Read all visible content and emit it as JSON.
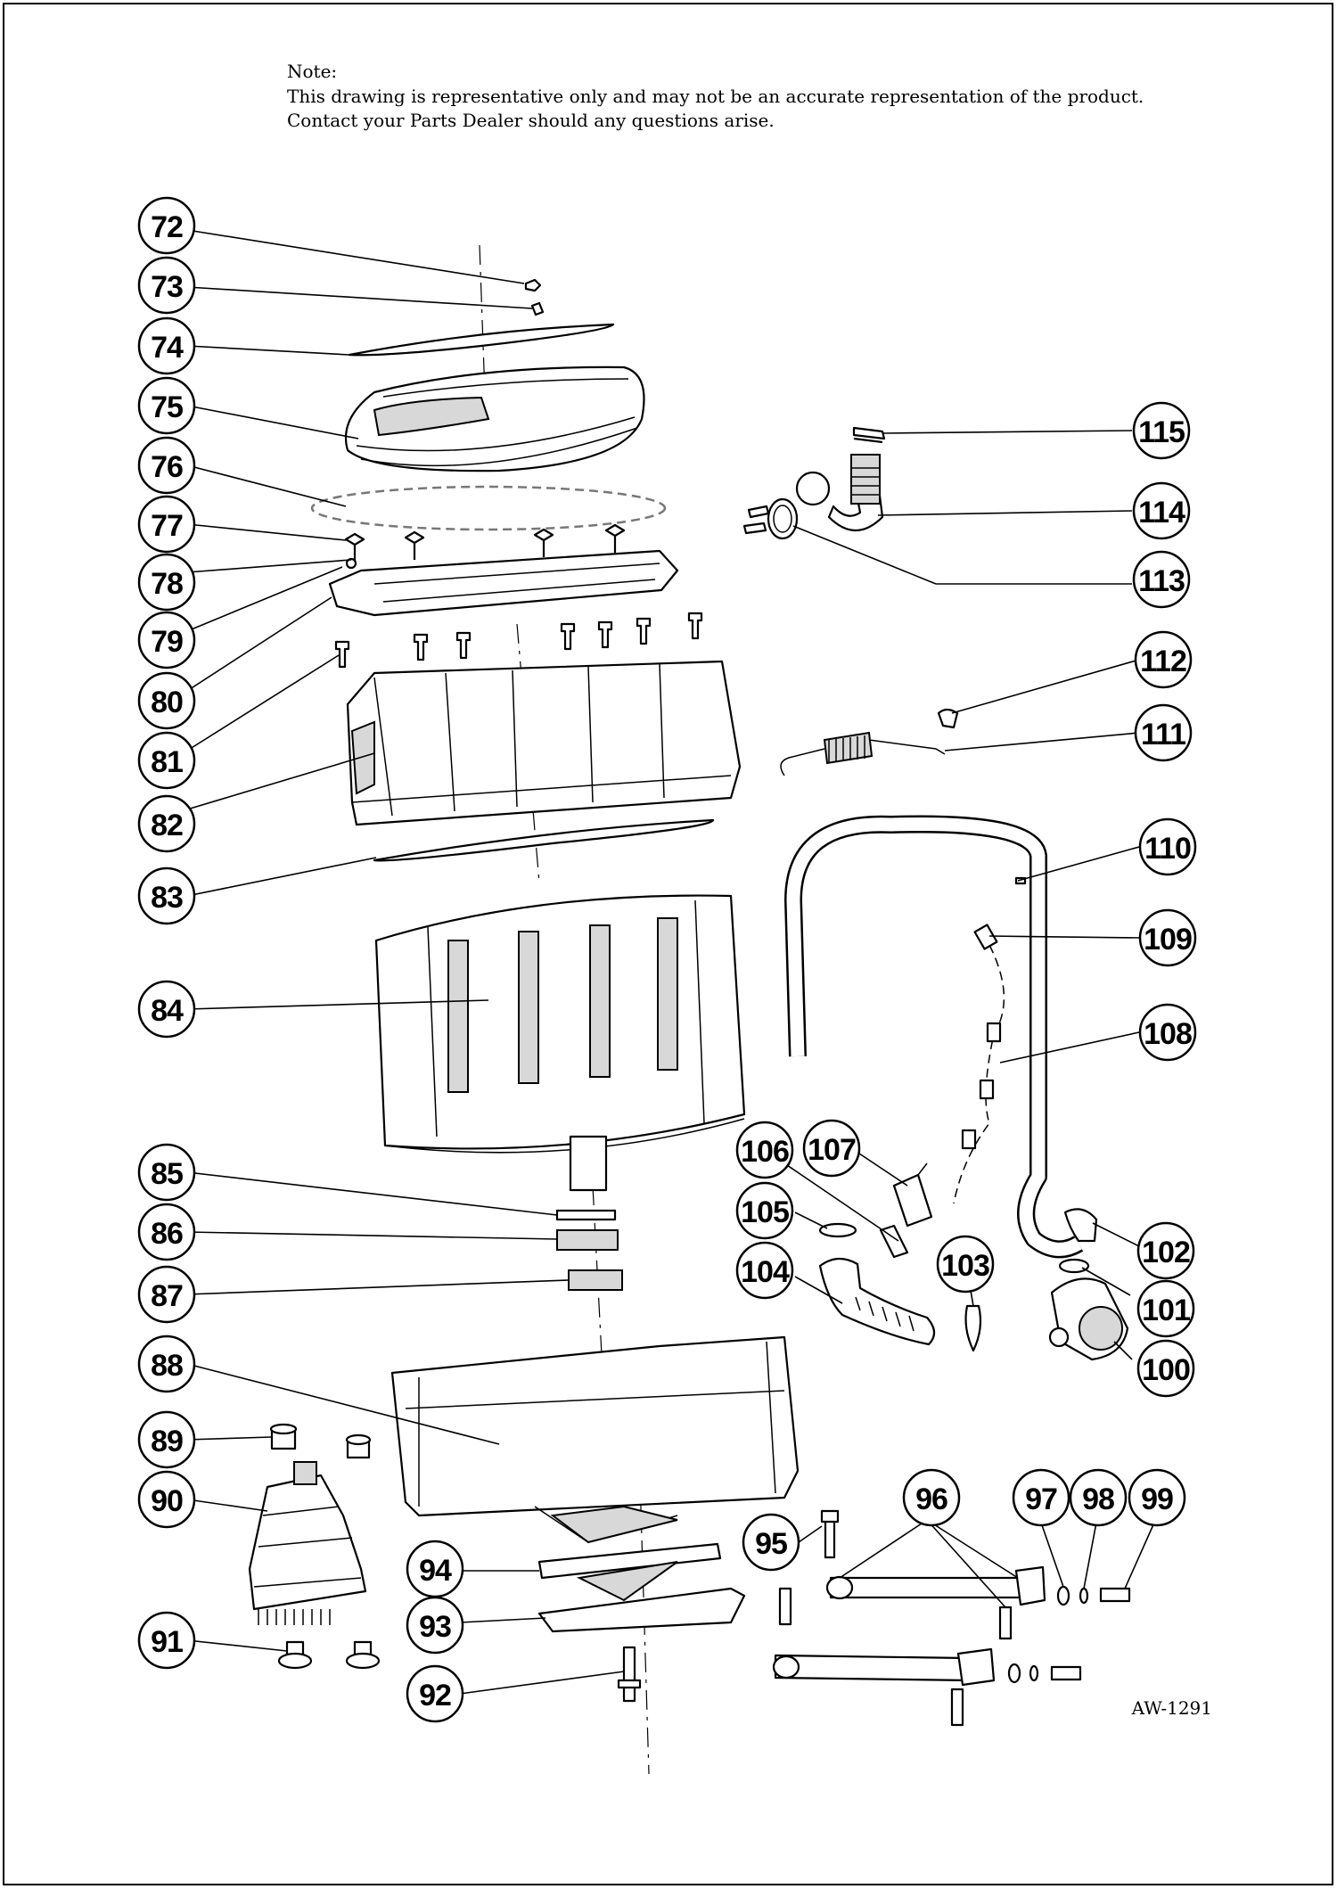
{
  "note": {
    "title": "Note:",
    "line1": "This drawing is representative only and may not be an accurate representation of the product.",
    "line2": "Contact your Parts Dealer should any questions arise."
  },
  "drawing_code": "AW-1291",
  "callouts": [
    {
      "id": "c72",
      "label": "72"
    },
    {
      "id": "c73",
      "label": "73"
    },
    {
      "id": "c74",
      "label": "74"
    },
    {
      "id": "c75",
      "label": "75"
    },
    {
      "id": "c76",
      "label": "76"
    },
    {
      "id": "c77",
      "label": "77"
    },
    {
      "id": "c78",
      "label": "78"
    },
    {
      "id": "c79",
      "label": "79"
    },
    {
      "id": "c80",
      "label": "80"
    },
    {
      "id": "c81",
      "label": "81"
    },
    {
      "id": "c82",
      "label": "82"
    },
    {
      "id": "c83",
      "label": "83"
    },
    {
      "id": "c84",
      "label": "84"
    },
    {
      "id": "c85",
      "label": "85"
    },
    {
      "id": "c86",
      "label": "86"
    },
    {
      "id": "c87",
      "label": "87"
    },
    {
      "id": "c88",
      "label": "88"
    },
    {
      "id": "c89",
      "label": "89"
    },
    {
      "id": "c90",
      "label": "90"
    },
    {
      "id": "c91",
      "label": "91"
    },
    {
      "id": "c92",
      "label": "92"
    },
    {
      "id": "c93",
      "label": "93"
    },
    {
      "id": "c94",
      "label": "94"
    },
    {
      "id": "c95",
      "label": "95"
    },
    {
      "id": "c96",
      "label": "96"
    },
    {
      "id": "c97",
      "label": "97"
    },
    {
      "id": "c98",
      "label": "98"
    },
    {
      "id": "c99",
      "label": "99"
    },
    {
      "id": "c100",
      "label": "100"
    },
    {
      "id": "c101",
      "label": "101"
    },
    {
      "id": "c102",
      "label": "102"
    },
    {
      "id": "c103",
      "label": "103"
    },
    {
      "id": "c104",
      "label": "104"
    },
    {
      "id": "c105",
      "label": "105"
    },
    {
      "id": "c106",
      "label": "106"
    },
    {
      "id": "c107",
      "label": "107"
    },
    {
      "id": "c108",
      "label": "108"
    },
    {
      "id": "c109",
      "label": "109"
    },
    {
      "id": "c110",
      "label": "110"
    },
    {
      "id": "c111",
      "label": "111"
    },
    {
      "id": "c112",
      "label": "112"
    },
    {
      "id": "c113",
      "label": "113"
    },
    {
      "id": "c114",
      "label": "114"
    },
    {
      "id": "c115",
      "label": "115"
    }
  ]
}
